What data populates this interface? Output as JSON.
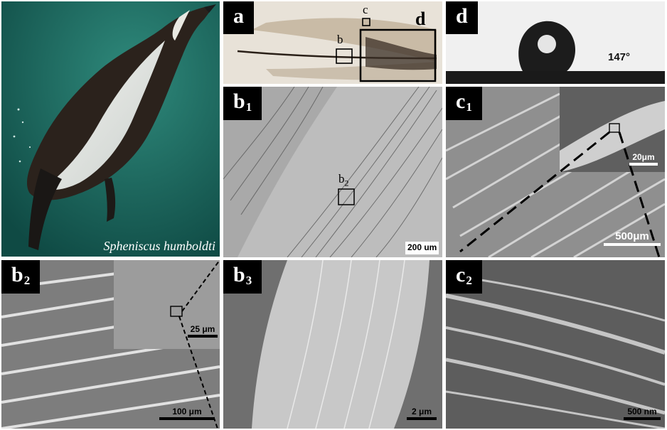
{
  "species_caption": "Spheniscus humboldti",
  "panels": {
    "a": {
      "label": "a",
      "box_labels": {
        "b": "b",
        "c": "c",
        "d": "d"
      }
    },
    "d": {
      "label": "d",
      "contact_angle": "147°"
    },
    "b1": {
      "label": "b",
      "sub": "1",
      "inner_box": "b",
      "inner_box_sub": "2",
      "scale": "200 um"
    },
    "c1": {
      "label": "c",
      "sub": "1",
      "inset_scale": "20μm",
      "scale": "500μm"
    },
    "b2": {
      "label": "b",
      "sub": "2",
      "inset_scale": "25 μm",
      "scale": "100 μm"
    },
    "b3": {
      "label": "b",
      "sub": "3",
      "scale": "2 μm"
    },
    "c2": {
      "label": "c",
      "sub": "2",
      "scale": "500 nm"
    }
  }
}
